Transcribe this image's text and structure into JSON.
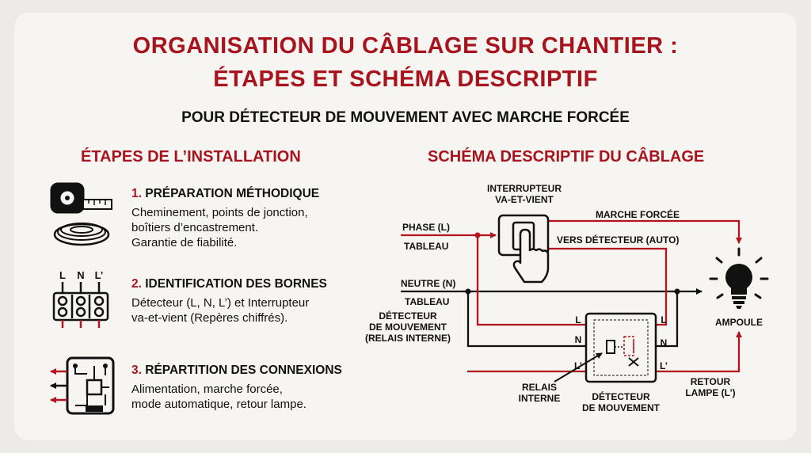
{
  "title": {
    "line1": "ORGANISATION DU CÂBLAGE SUR CHANTIER :",
    "line2": "ÉTAPES ET SCHÉMA DESCRIPTIF"
  },
  "subtitle": "POUR DÉTECTEUR DE MOUVEMENT AVEC MARCHE FORCÉE",
  "steps_section": {
    "heading": "ÉTAPES DE L’INSTALLATION",
    "steps": [
      {
        "num": "1.",
        "title": "PRÉPARATION MÉTHODIQUE",
        "lines": [
          "Cheminement, points de jonction,",
          "boîtiers d’encastrement.",
          "Garantie de fiabilité."
        ],
        "icon": "tape-measure-cable-coil-icon"
      },
      {
        "num": "2.",
        "title": "IDENTIFICATION DES BORNES",
        "lines": [
          "Détecteur (L, N, L’) et Interrupteur",
          "va-et-vient (Repères chiffrés)."
        ],
        "icon": "terminal-block-icon",
        "terminal_labels": [
          "L",
          "N",
          "L’"
        ]
      },
      {
        "num": "3.",
        "title": "RÉPARTITION DES CONNEXIONS",
        "lines": [
          "Alimentation, marche forcée,",
          "mode automatique, retour lampe."
        ],
        "icon": "circuit-board-icon"
      }
    ]
  },
  "diagram": {
    "heading": "SCHÉMA DESCRIPTIF DU CÂBLAGE",
    "switch_label": [
      "INTERRUPTEUR",
      "VA-ET-VIENT"
    ],
    "phase": "PHASE (L)",
    "phase_source": "TABLEAU",
    "neutral": "NEUTRE (N)",
    "neutral_source": "TABLEAU",
    "forced": "MARCHE FORCÉE",
    "to_detector": "VERS DÉTECTEUR (AUTO)",
    "lamp": "AMPOULE",
    "detector_side": [
      "DÉTECTEUR",
      "DE MOUVEMENT",
      "(RELAIS INTERNE)"
    ],
    "terminals_left": [
      "L",
      "N",
      "L’"
    ],
    "terminals_right": [
      "L",
      "N",
      "L’"
    ],
    "relay": [
      "RELAIS",
      "INTERNE"
    ],
    "detector_bottom": [
      "DÉTECTEUR",
      "DE MOUVEMENT"
    ],
    "lamp_return": [
      "RETOUR",
      "LAMPE (L’)"
    ]
  },
  "colors": {
    "accent": "#a8141e",
    "wire_red": "#b3141e",
    "wire_black": "#111111"
  }
}
